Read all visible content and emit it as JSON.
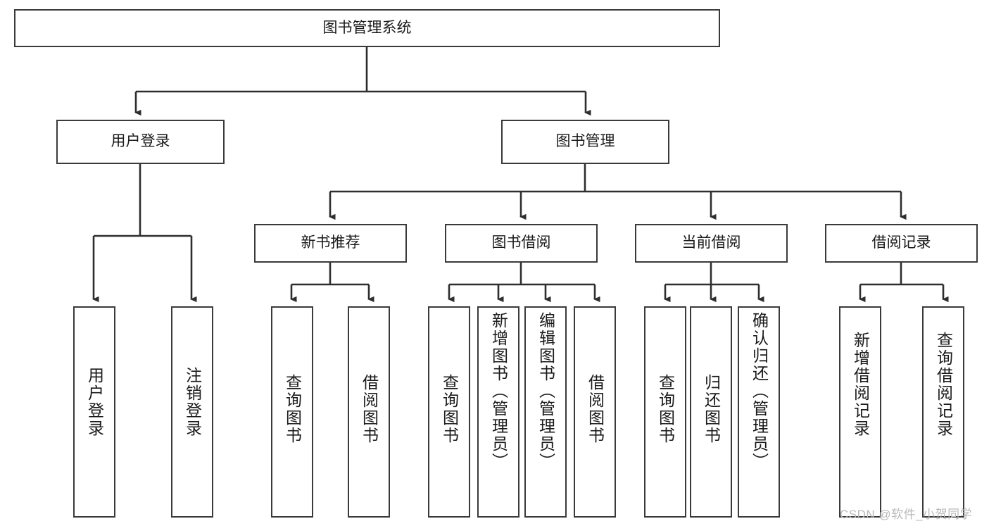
{
  "diagram": {
    "title": "图书管理系统",
    "type": "hierarchy-tree",
    "background_color": "#ffffff",
    "box_border_color": "#3a3a3a",
    "text_color": "#1a1a1a",
    "root": {
      "label": "图书管理系统"
    },
    "level1": [
      {
        "label": "用户登录"
      },
      {
        "label": "图书管理"
      }
    ],
    "level2": [
      {
        "label": "新书推荐"
      },
      {
        "label": "图书借阅"
      },
      {
        "label": "当前借阅"
      },
      {
        "label": "借阅记录"
      }
    ],
    "leaves": {
      "user_login": [
        {
          "label": "用户登录"
        },
        {
          "label": "注销登录"
        }
      ],
      "new_book_recommend": [
        {
          "label": "查询图书"
        },
        {
          "label": "借阅图书"
        }
      ],
      "book_borrow": [
        {
          "label": "查询图书"
        },
        {
          "label": "新增图书（管理员）"
        },
        {
          "label": "编辑图书（管理员）"
        },
        {
          "label": "借阅图书"
        }
      ],
      "current_borrow": [
        {
          "label": "查询图书"
        },
        {
          "label": "归还图书"
        },
        {
          "label": "确认归还（管理员）"
        }
      ],
      "borrow_record": [
        {
          "label": "新增借阅记录"
        },
        {
          "label": "查询借阅记录"
        }
      ]
    }
  },
  "watermark": {
    "text": "CSDN @软件_小贺同学"
  }
}
